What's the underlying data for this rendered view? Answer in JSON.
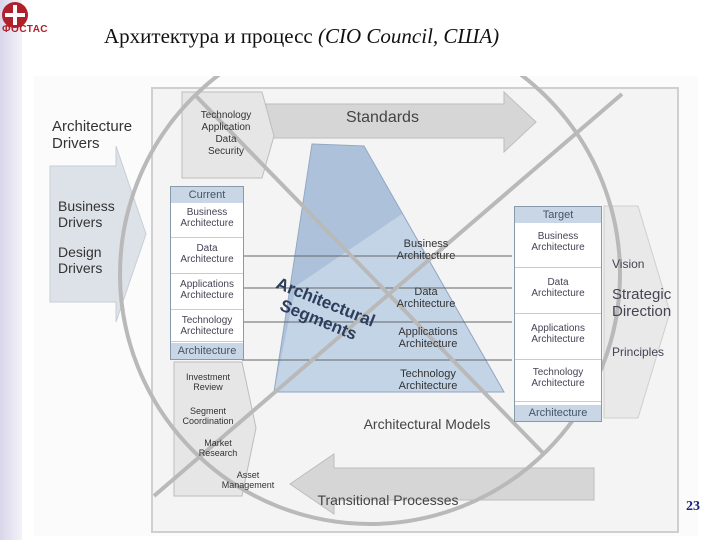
{
  "logo": {
    "text": "ФОСТАС"
  },
  "title": {
    "main": "Архитектура и процесс",
    "source": "(CIO Council, США)"
  },
  "drivers": {
    "heading_1": "Architecture",
    "heading_2": "Drivers",
    "business": [
      "Business",
      "Drivers"
    ],
    "design": [
      "Design",
      "Drivers"
    ]
  },
  "standards": {
    "label": "Standards",
    "items": [
      "Technology",
      "Application",
      "Data",
      "Security"
    ]
  },
  "current": {
    "header": "Current",
    "cells": [
      [
        "Business",
        "Architecture"
      ],
      [
        "Data",
        "Architecture"
      ],
      [
        "Applications",
        "Architecture"
      ],
      [
        "Technology",
        "Architecture"
      ]
    ],
    "footer": "Architecture"
  },
  "segments": {
    "label_1": "Architectural",
    "label_2": "Segments"
  },
  "models": {
    "layers": [
      [
        "Business",
        "Architecture"
      ],
      [
        "Data",
        "Architecture"
      ],
      [
        "Applications",
        "Architecture"
      ],
      [
        "Technology",
        "Architecture"
      ]
    ],
    "caption": "Architectural Models"
  },
  "target": {
    "header": "Target",
    "cells": [
      [
        "Business",
        "Architecture"
      ],
      [
        "Data",
        "Architecture"
      ],
      [
        "Applications",
        "Architecture"
      ],
      [
        "Technology",
        "Architecture"
      ]
    ],
    "footer": "Architecture"
  },
  "strategy": {
    "vision": "Vision",
    "strategic": "Strategic",
    "direction": "Direction",
    "principles": "Principles"
  },
  "transitional": {
    "items": [
      [
        "Investment",
        "Review"
      ],
      [
        "Segment",
        "Coordination"
      ],
      [
        "Market",
        "Research"
      ],
      [
        "Asset",
        "Management"
      ]
    ],
    "label": "Transitional Processes"
  },
  "page_number": "23"
}
